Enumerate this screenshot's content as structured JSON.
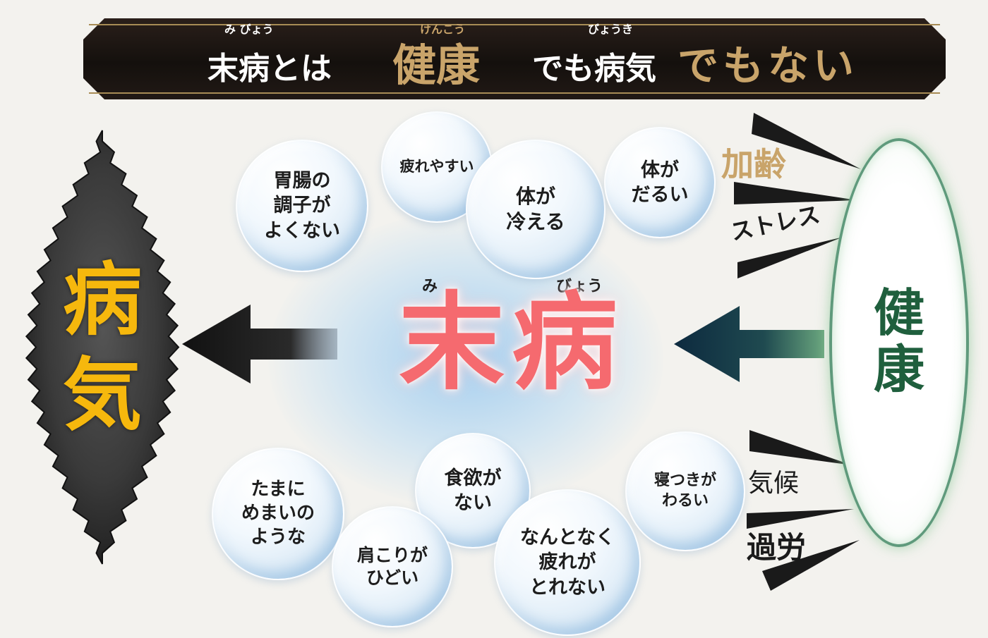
{
  "banner": {
    "part1": "末病とは",
    "part1_ruby": "み びょう",
    "health": "健康",
    "health_ruby": "けんこう",
    "part2": "でも病気",
    "part2_ruby": "びょうき",
    "part3": "でもない"
  },
  "illness": {
    "char1": "病",
    "char2": "気"
  },
  "center": {
    "title": "末病",
    "ruby_mi": "み",
    "ruby_byou": "びょう"
  },
  "health": {
    "char1": "健",
    "char2": "康"
  },
  "factors": {
    "aging": "加齢",
    "stress": "ストレス",
    "climate": "気候",
    "overwork": "過労"
  },
  "bubbles": {
    "stomach": "胃腸の\n調子が\nよくない",
    "tired_easily": "疲れやすい",
    "cold_body": "体が\n冷える",
    "sluggish": "体が\nだるい",
    "dizzy": "たまに\nめまいの\nような",
    "appetite": "食欲が\nない",
    "shoulder": "肩こりが\nひどい",
    "fatigue": "なんとなく\n疲れが\nとれない",
    "sleep": "寝つきが\nわるい"
  },
  "colors": {
    "illness_text": "#f6b80d",
    "center_text": "#f56a6f",
    "health_text": "#1f5f3d",
    "aging_text": "#c9a46a",
    "banner_gold": "#c9a46a"
  }
}
